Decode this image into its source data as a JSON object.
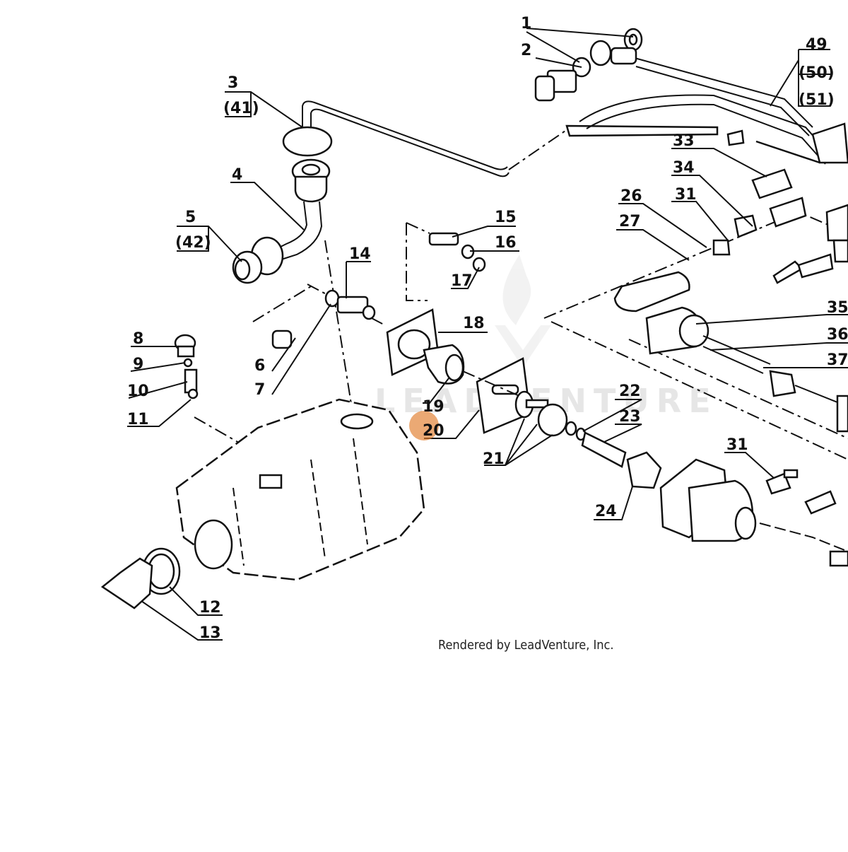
{
  "watermark": "LEADVENTURE",
  "credit": "Rendered by LeadVenture, Inc.",
  "highlight_color": "#e07b2a",
  "highlighted_callout": "20",
  "callouts": {
    "c1": "1",
    "c2": "2",
    "c3": "3",
    "c41": "(41)",
    "c4": "4",
    "c5": "5",
    "c42": "(42)",
    "c6": "6",
    "c7": "7",
    "c8": "8",
    "c9": "9",
    "c10": "10",
    "c11": "11",
    "c12": "12",
    "c13": "13",
    "c14": "14",
    "c15": "15",
    "c16": "16",
    "c17": "17",
    "c18": "18",
    "c19": "19",
    "c20": "20",
    "c21": "21",
    "c22": "22",
    "c23": "23",
    "c24": "24",
    "c26": "26",
    "c27": "27",
    "c31a": "31",
    "c31b": "31",
    "c33": "33",
    "c34": "34",
    "c35": "35",
    "c36": "36",
    "c37": "37",
    "c49": "49",
    "c50": "(50)",
    "c51": "(51)"
  }
}
